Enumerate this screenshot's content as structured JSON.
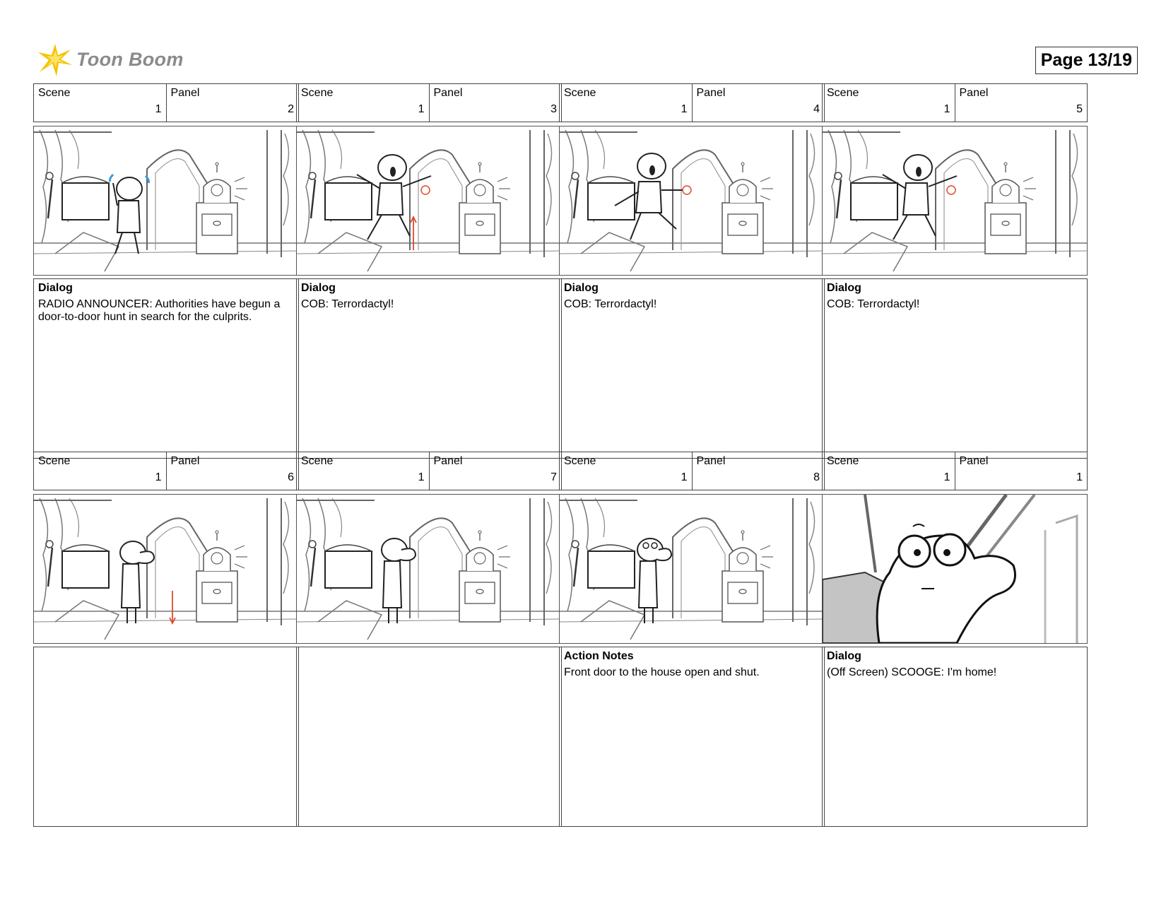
{
  "header": {
    "logo_text": "Toon Boom",
    "page_label": "Page 13/19"
  },
  "labels": {
    "scene": "Scene",
    "panel": "Panel"
  },
  "panels": [
    {
      "scene": "1",
      "panel": "2",
      "notes_title": "Dialog",
      "notes_text": "RADIO ANNOUNCER: Authorities have begun a door-to-door hunt in search for the culprits."
    },
    {
      "scene": "1",
      "panel": "3",
      "notes_title": "Dialog",
      "notes_text": "COB: Terrordactyl!"
    },
    {
      "scene": "1",
      "panel": "4",
      "notes_title": "Dialog",
      "notes_text": "COB: Terrordactyl!"
    },
    {
      "scene": "1",
      "panel": "5",
      "notes_title": "Dialog",
      "notes_text": "COB: Terrordactyl!"
    },
    {
      "scene": "1",
      "panel": "6",
      "notes_title": "",
      "notes_text": ""
    },
    {
      "scene": "1",
      "panel": "7",
      "notes_title": "",
      "notes_text": ""
    },
    {
      "scene": "1",
      "panel": "8",
      "notes_title": "Action Notes",
      "notes_text": "Front door to the house open and shut."
    },
    {
      "scene": "1",
      "panel": "1",
      "notes_title": "Dialog",
      "notes_text": "(Off Screen) SCOOGE: I'm home!"
    }
  ],
  "colors": {
    "logo_accent": "#f5c400",
    "annotation_red": "#e04a2a",
    "tear_blue": "#3a9ad9"
  }
}
